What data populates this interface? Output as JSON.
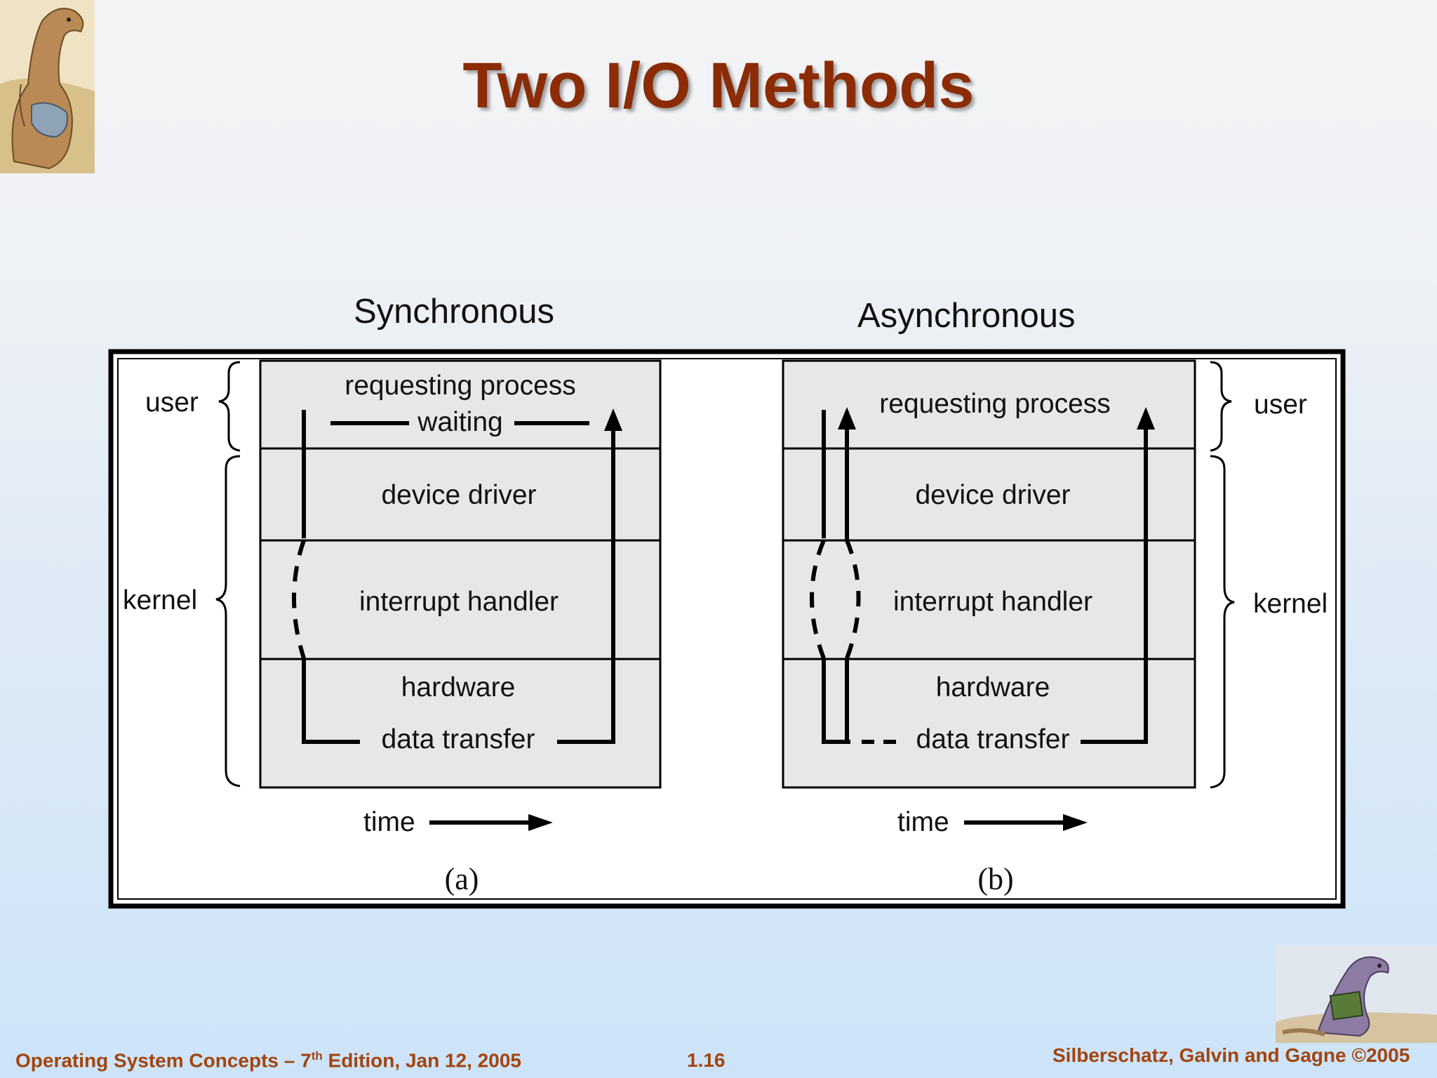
{
  "slide": {
    "title": "Two I/O Methods",
    "footer_left": "Operating System Concepts – 7",
    "footer_left_sup": "th",
    "footer_left_rest": " Edition, Jan 12, 2005",
    "footer_center": "1.16",
    "footer_right": "Silberschatz, Galvin and Gagne ©2005"
  },
  "diagram": {
    "caption_sync": "Synchronous",
    "caption_async": "Asynchronous",
    "sync": {
      "layers": [
        "requesting process",
        "waiting",
        "device driver",
        "interrupt handler",
        "hardware",
        "data transfer"
      ],
      "brace_user": "user",
      "brace_kernel": "kernel",
      "time_label": "time",
      "panel_label": "(a)"
    },
    "async": {
      "layers": [
        "requesting process",
        "device driver",
        "interrupt handler",
        "hardware",
        "data transfer"
      ],
      "brace_user": "user",
      "brace_kernel": "kernel",
      "time_label": "time",
      "panel_label": "(b)"
    }
  },
  "colors": {
    "title": "#8b2c06",
    "footer": "#a2440f",
    "panel_fill": "#e7e6e8"
  }
}
